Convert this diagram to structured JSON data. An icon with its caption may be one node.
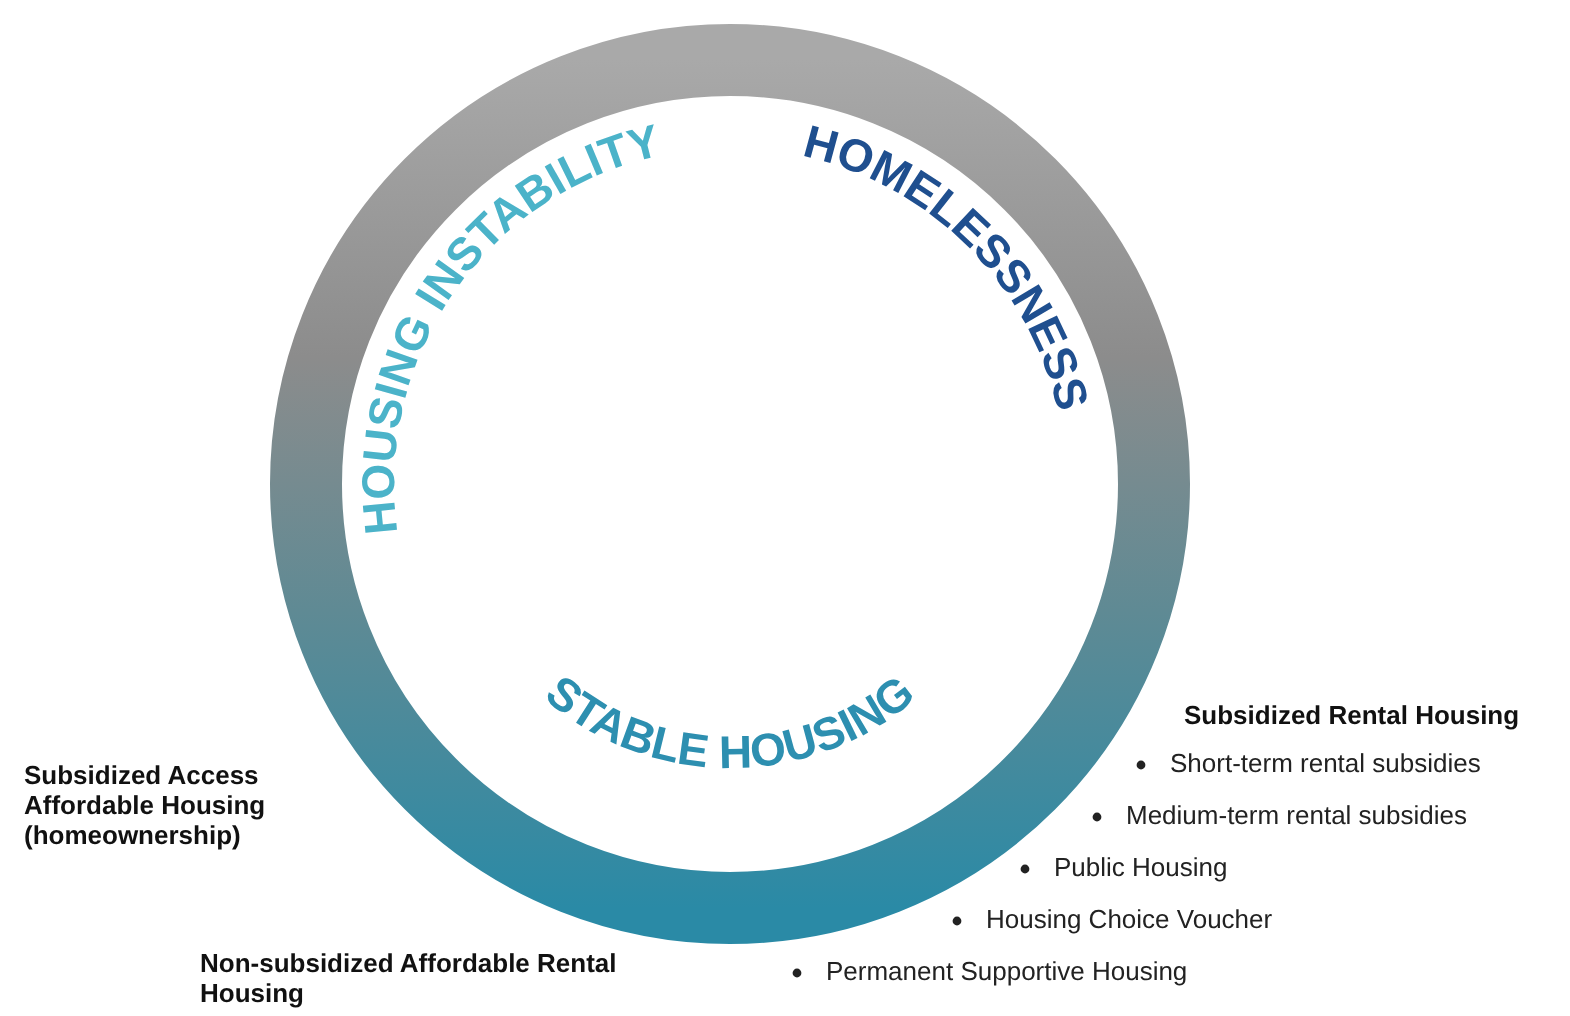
{
  "diagram": {
    "nodes": [
      {
        "text": [
          "HOUSING INSTABILITY",
          "HOMELESSNESS",
          "STABLE HOUSING"
        ]
      }
    ],
    "labels": [
      "Subsidized Access Affordable Housing (homeownership)",
      "Non-subsidized Affordable Rental Housing",
      "Subsidized Rental Housing",
      "Short-term rental subsidies",
      "Medium-term rental subsidies",
      "Public Housing",
      "Housing Choice Voucher",
      "Permanent Supportive Housing"
    ]
  }
}
